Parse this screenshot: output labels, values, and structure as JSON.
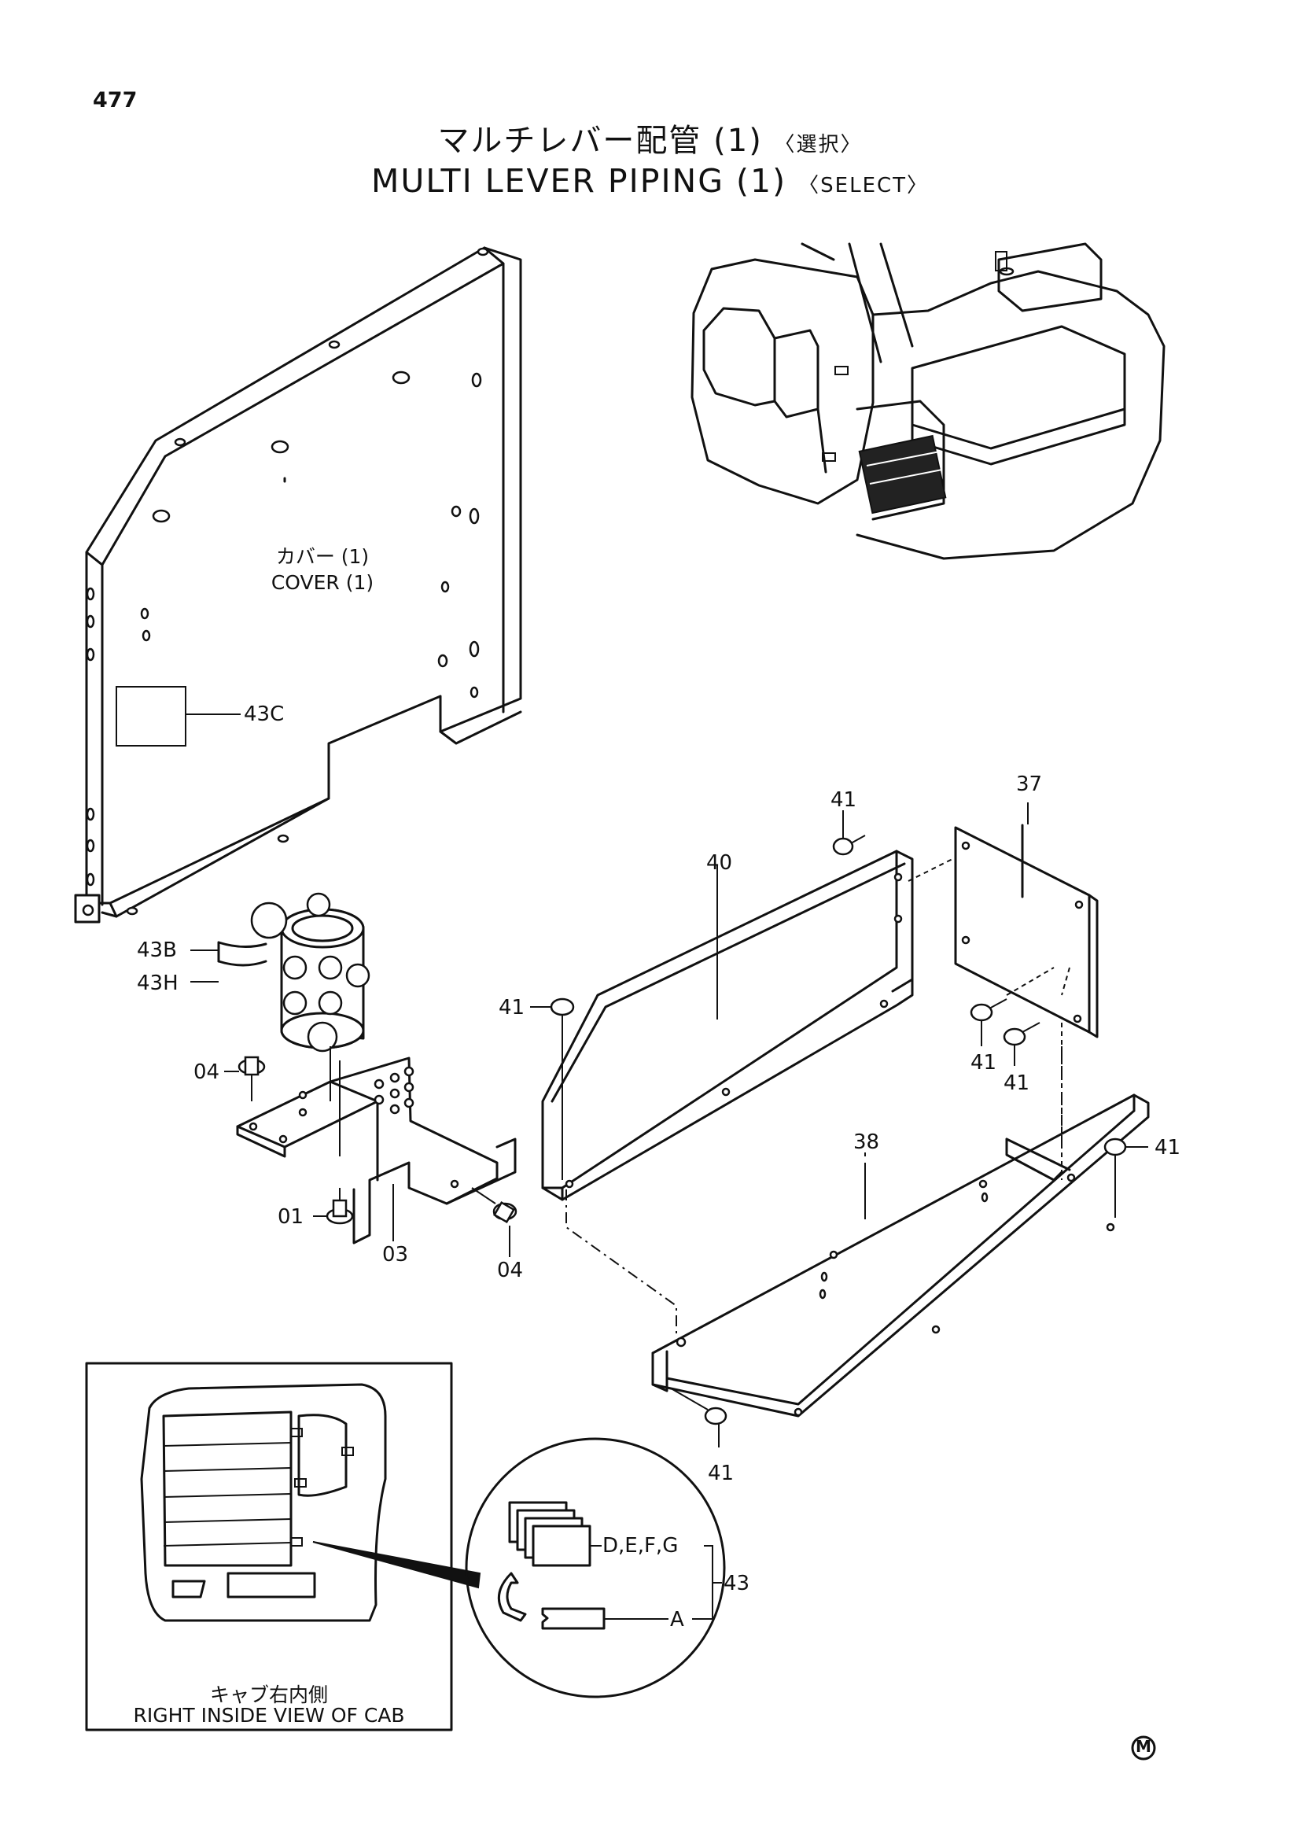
{
  "page_number": "477",
  "title": {
    "jp": "マルチレバー配管 (1)",
    "jp_tag": "〈選択〉",
    "en": "MULTI LEVER PIPING (1)",
    "en_tag": "〈SELECT〉"
  },
  "cover": {
    "jp": "カバー (1)",
    "en": "COVER (1)"
  },
  "inset": {
    "jp": "キャブ右内側",
    "en": "RIGHT INSIDE VIEW OF CAB"
  },
  "callouts": {
    "c43C": "43C",
    "c43B": "43B",
    "c43H": "43H",
    "c04a": "04",
    "c01": "01",
    "c03": "03",
    "c04b": "04",
    "c40": "40",
    "c41a": "41",
    "c41b": "41",
    "c37": "37",
    "c41c": "41",
    "c41d": "41",
    "c38": "38",
    "c41e": "41",
    "c41f": "41",
    "cDEFG": "D,E,F,G",
    "c43": "43",
    "cA": "A"
  },
  "mark": "M"
}
